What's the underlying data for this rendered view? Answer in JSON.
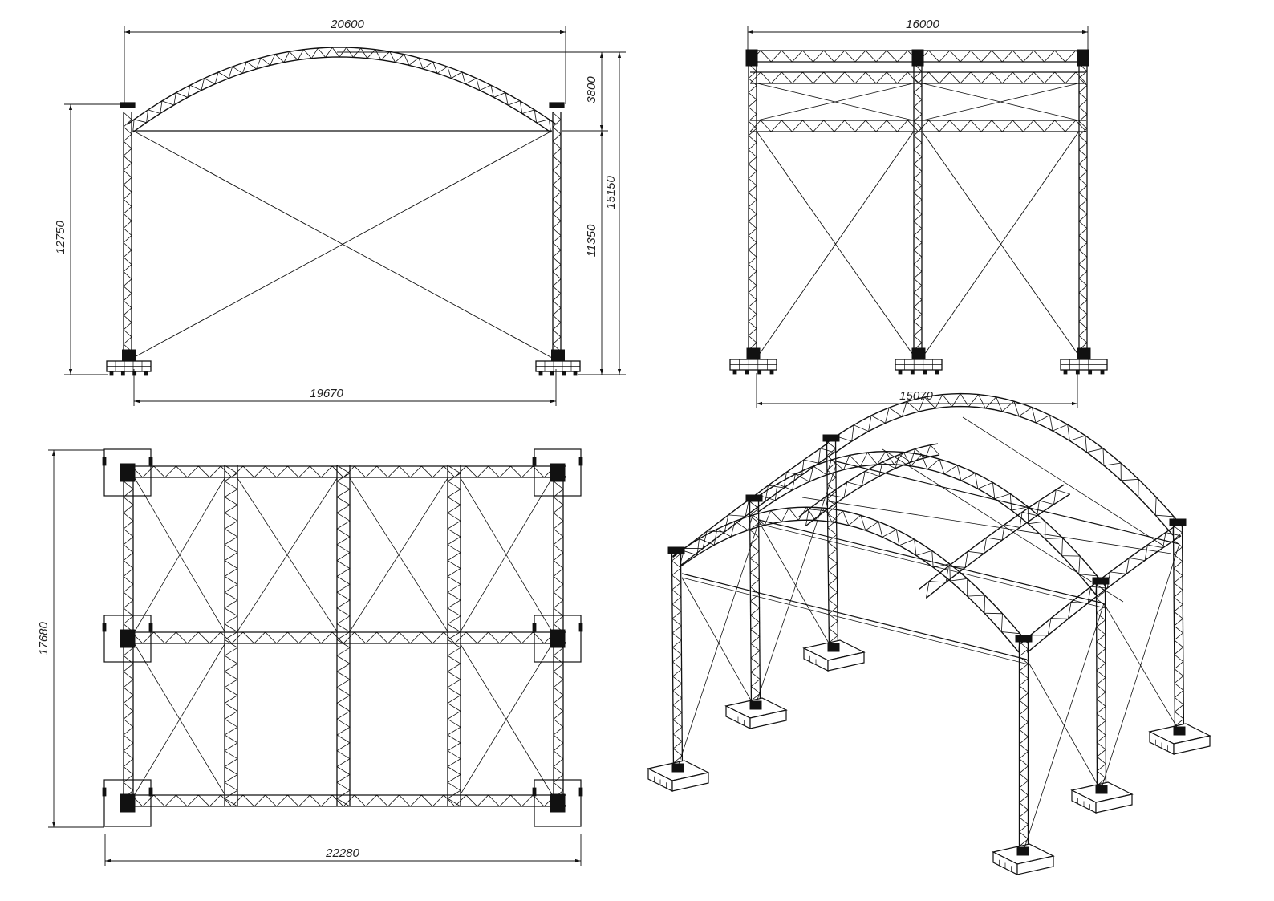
{
  "colors": {
    "line": "#111111",
    "background": "#ffffff"
  },
  "front_view": {
    "width_top": "20600",
    "width_base": "19670",
    "height_left": "12750",
    "roof_rise": "3800",
    "column_height": "11350",
    "total_height": "15150"
  },
  "side_view": {
    "width_top": "16000",
    "width_base": "15070"
  },
  "plan_view": {
    "width": "22280",
    "depth": "17680"
  }
}
